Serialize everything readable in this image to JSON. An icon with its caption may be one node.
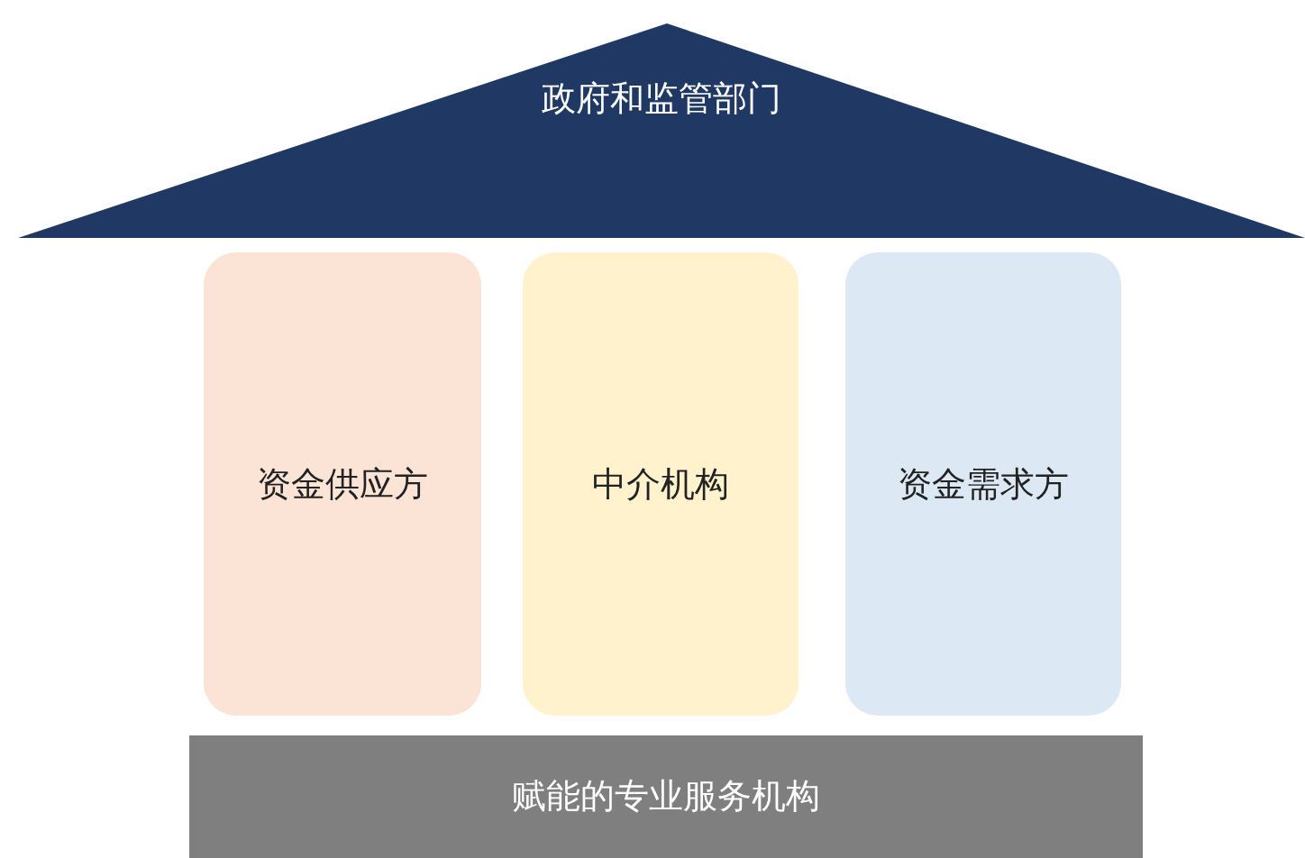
{
  "diagram": {
    "nodes": [
      {
        "text": [
          "政府和监管部门"
        ]
      },
      {
        "text": [
          "资金供应方"
        ]
      },
      {
        "text": [
          "中介机构"
        ]
      },
      {
        "text": [
          "资金需求方"
        ]
      },
      {
        "text": [
          "赋能的专业服务机构"
        ]
      }
    ]
  }
}
